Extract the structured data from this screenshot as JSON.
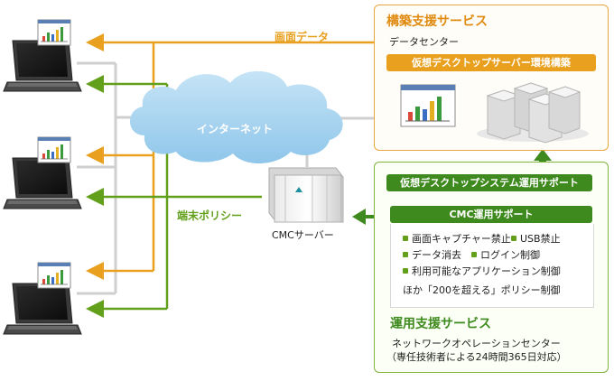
{
  "build_service": {
    "title": "構築支援サービス",
    "datacenter": "データセンター",
    "vdi_build_label": "仮想デスクトップサーバー環境構築"
  },
  "ops_service": {
    "title": "運用支援サービス",
    "vd_ops_label": "仮想デスクトップシステム運用サポート",
    "cmc_ops_label": "CMC運用サポート",
    "features": [
      "画面キャプチャー禁止",
      "USB禁止",
      "データ消去",
      "ログイン制御",
      "利用可能なアプリケーション制御"
    ],
    "other_policy": "ほか「200を超える」ポリシー制御",
    "noc": "ネットワークオペレーションセンター",
    "noc_note": "（専任技術者による24時間365日対応）"
  },
  "labels": {
    "screen_data": "画面データ",
    "terminal_policy": "端末ポリシー",
    "internet": "インターネット",
    "cmc_server": "CMCサーバー"
  },
  "colors": {
    "orange": "#e8a01e",
    "green": "#62a01c",
    "dark_green": "#3f8a1e",
    "gray_line": "#cfcfcf",
    "cloud": "#a9d4ef"
  },
  "icons": [
    "laptop-icon",
    "chart-icon",
    "cloud-icon",
    "server-icon"
  ]
}
